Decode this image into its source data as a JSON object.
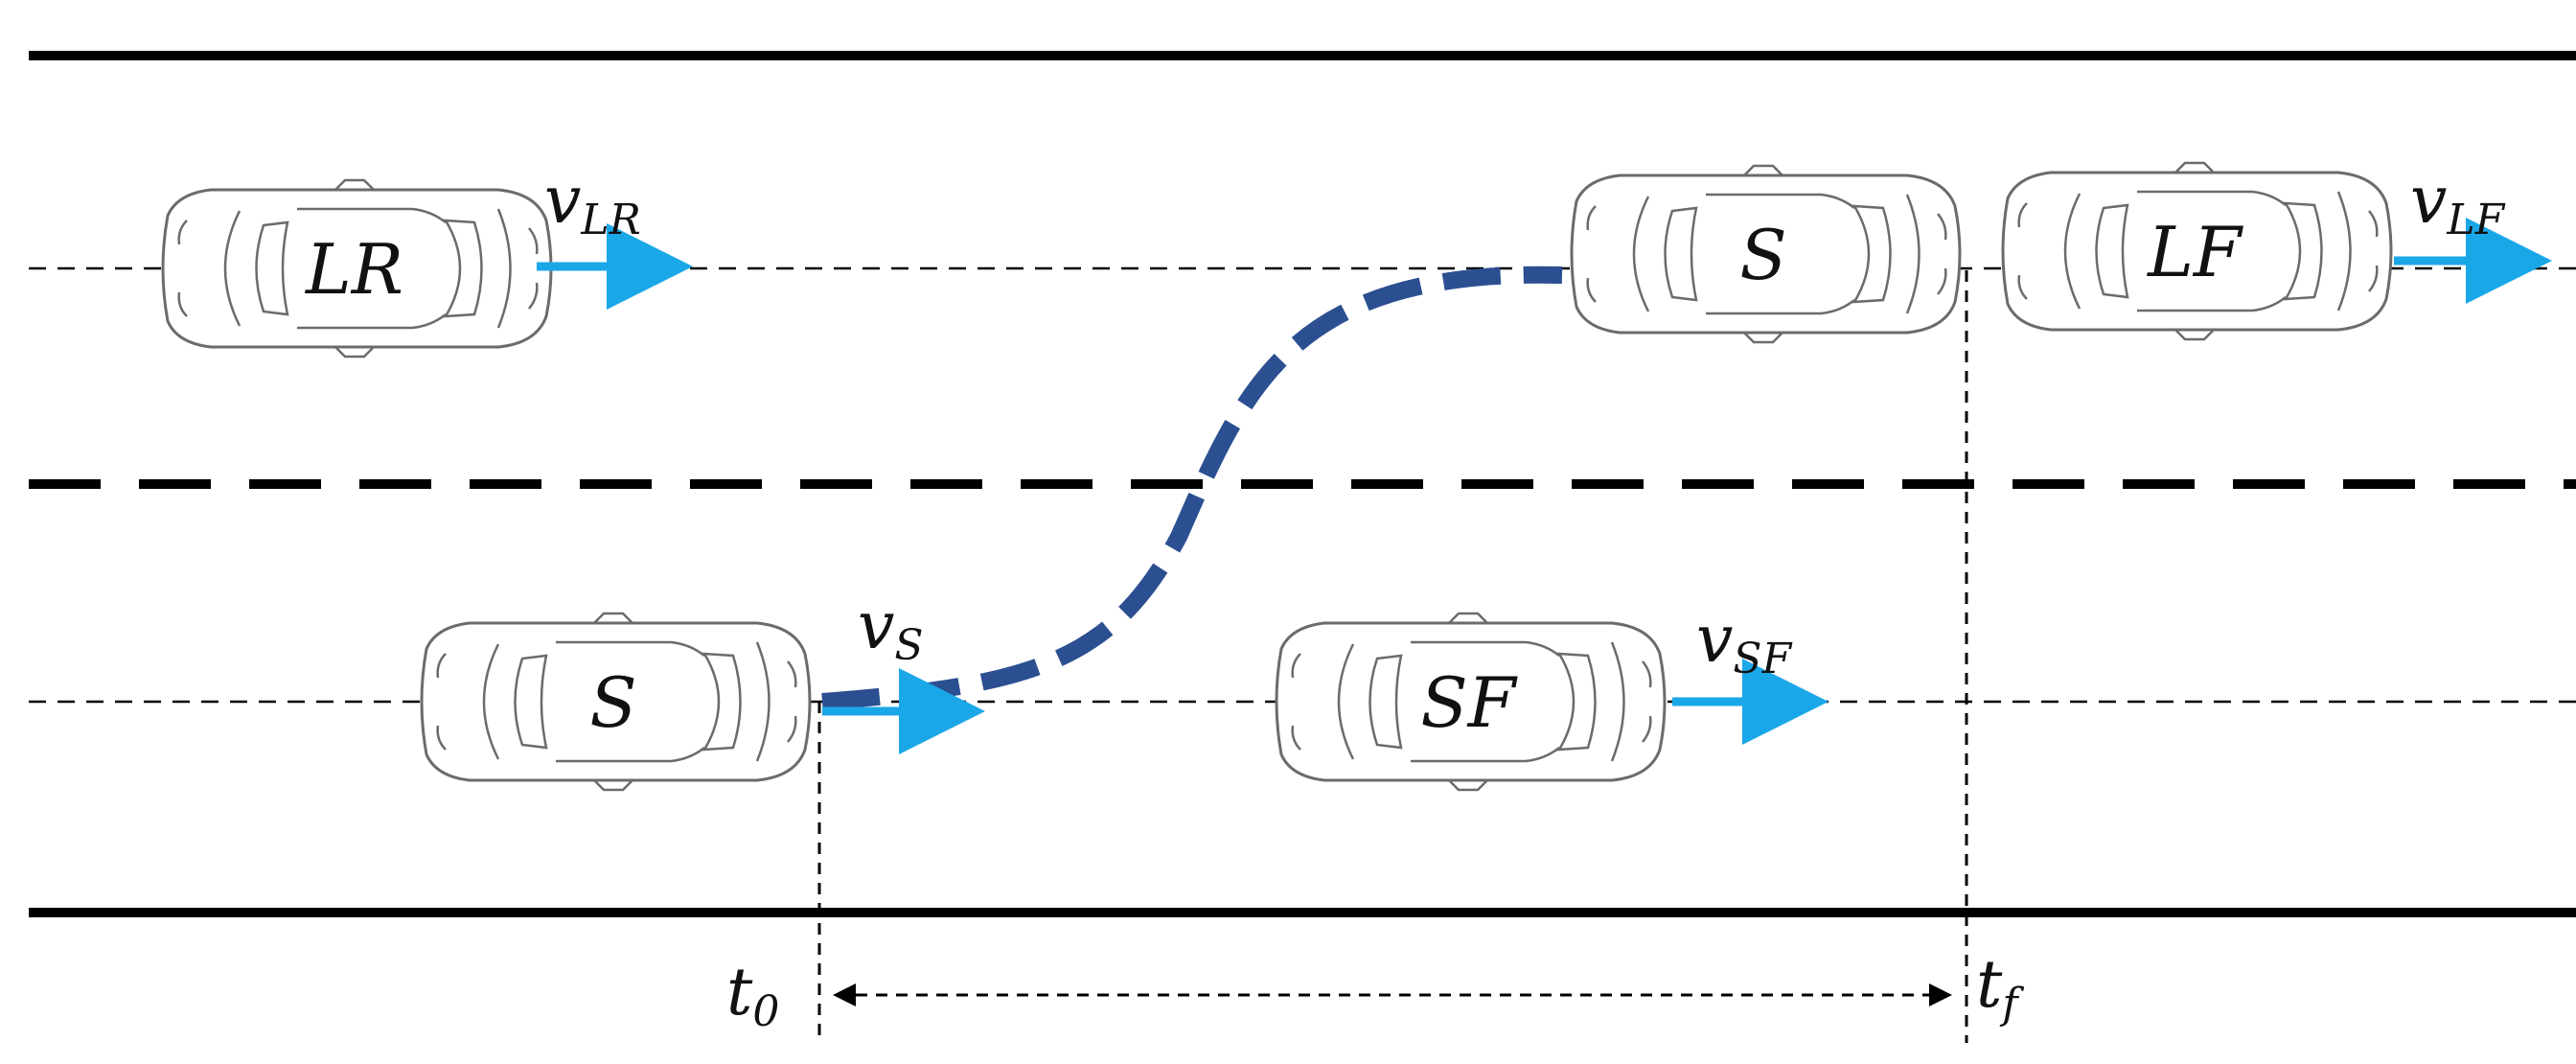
{
  "diagram": {
    "cars": [
      {
        "id": "lr",
        "label": "LR",
        "lane": "left"
      },
      {
        "id": "s0",
        "label": "S",
        "lane": "current"
      },
      {
        "id": "sf",
        "label": "SF",
        "lane": "current"
      },
      {
        "id": "s1",
        "label": "S",
        "lane": "left"
      },
      {
        "id": "lf",
        "label": "LF",
        "lane": "left"
      }
    ],
    "velocities": [
      {
        "id": "v_lr",
        "main": "v",
        "sub": "LR"
      },
      {
        "id": "v_s",
        "main": "v",
        "sub": "S"
      },
      {
        "id": "v_sf",
        "main": "v",
        "sub": "SF"
      },
      {
        "id": "v_lf",
        "main": "v",
        "sub": "LF"
      }
    ],
    "time_marks": [
      {
        "id": "t0",
        "main": "t",
        "sub": "0"
      },
      {
        "id": "tf",
        "main": "t",
        "sub": "f"
      }
    ],
    "colors": {
      "velocity_arrow": "#1aa7e8",
      "trajectory": "#2b4f91",
      "road_line": "#000000"
    }
  }
}
